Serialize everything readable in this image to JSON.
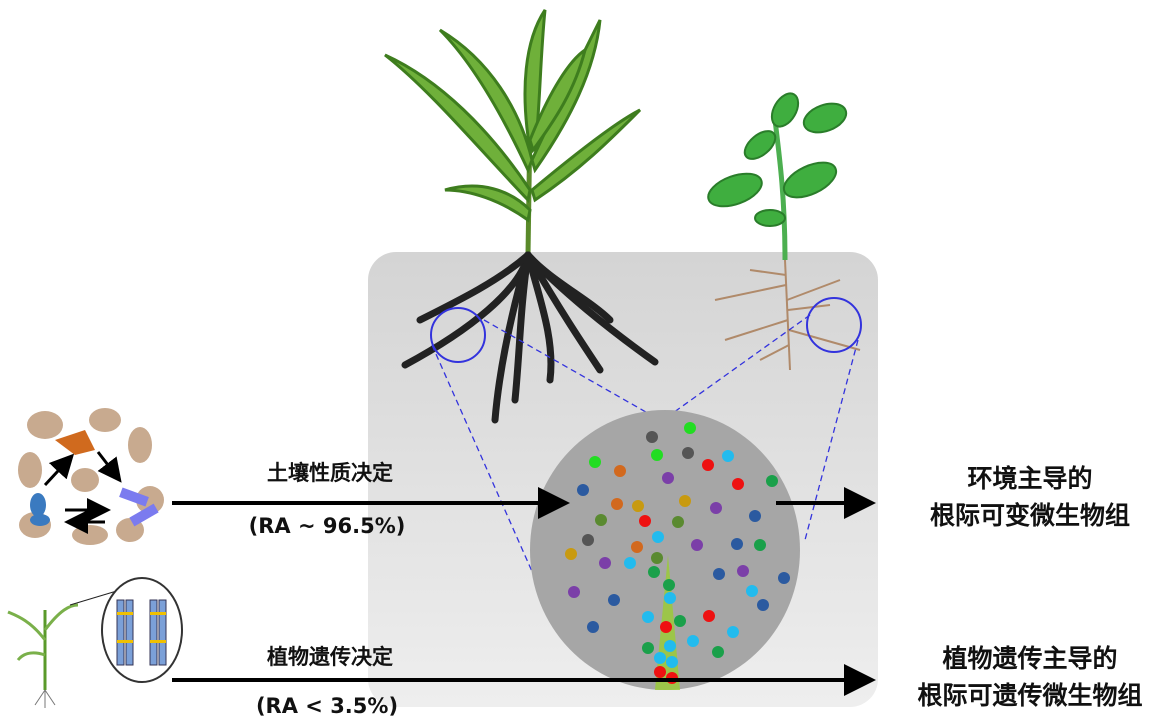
{
  "left_labels": {
    "soil": "土壤性质决定",
    "soil_ra": "(RA ~ 96.5%)",
    "plant": "植物遗传决定",
    "plant_ra": "(RA < 3.5%)"
  },
  "right_labels": {
    "env_line1": "环境主导的",
    "env_line2": "根际可变微生物组",
    "gen_line1": "植物遗传主导的",
    "gen_line2": "根际可遗传微生物组"
  },
  "colors": {
    "soil_box": "#e0e0e0",
    "rhizosphere_circle": "#a6a6a6",
    "zoom_circle": "#3333dd",
    "maize_leaf": "#5a9a2a",
    "soy_leaf": "#3fae3f",
    "soy_root": "#b08a6a",
    "soil_particle": "#c8aa8f"
  }
}
